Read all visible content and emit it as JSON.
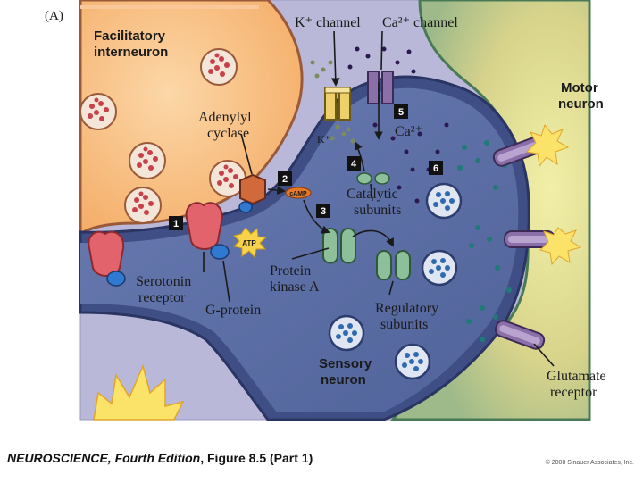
{
  "panel_label": "(A)",
  "labels": {
    "facilitatory_line1": "Facilitatory",
    "facilitatory_line2": "interneuron",
    "motor_line1": "Motor",
    "motor_line2": "neuron",
    "sensory_line1": "Sensory",
    "sensory_line2": "neuron",
    "k_channel": "K⁺ channel",
    "ca_channel": "Ca²⁺ channel",
    "adenylyl_line1": "Adenylyl",
    "adenylyl_line2": "cyclase",
    "serotonin_line1": "Serotonin",
    "serotonin_line2": "receptor",
    "g_protein": "G-protein",
    "pka_line1": "Protein",
    "pka_line2": "kinase A",
    "catalytic_line1": "Catalytic",
    "catalytic_line2": "subunits",
    "regulatory_line1": "Regulatory",
    "regulatory_line2": "subunits",
    "glutamate_line1": "Glutamate",
    "glutamate_line2": "receptor",
    "k_ion": "K⁺",
    "ca_ion": "Ca²⁺",
    "camp": "cAMP",
    "atp": "ATP"
  },
  "steps": [
    "1",
    "2",
    "3",
    "4",
    "5",
    "6"
  ],
  "caption": {
    "book": "NEUROSCIENCE",
    "edition": ", Fourth Edition",
    "figure": ", Figure 8.5 (Part 1)"
  },
  "copyright": "© 2008 Sinauer Associates, Inc.",
  "colors": {
    "background": "#b9b8d9",
    "interneuron": "#f6b774",
    "sensory_neuron": "#5c6fa6",
    "motor_neuron": "#d9d38a",
    "receptor_red": "#e2636b",
    "pka_green": "#8cbf9a",
    "channel_purple": "#8b6fa8"
  }
}
